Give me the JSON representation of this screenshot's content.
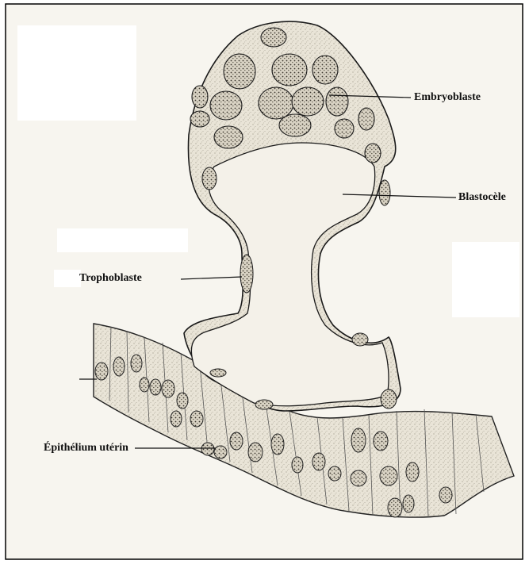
{
  "labels": {
    "embryoblaste": "Embryoblaste",
    "blastocele": "Blastocèle",
    "trophoblaste": "Trophoblaste",
    "epithelium": "Épithélium utérin"
  },
  "colors": {
    "paper": "#f7f5ef",
    "ink": "#1a1a1a",
    "tissue": "#e6e1d4",
    "nucleus": "#8a8478",
    "border": "#000000"
  }
}
